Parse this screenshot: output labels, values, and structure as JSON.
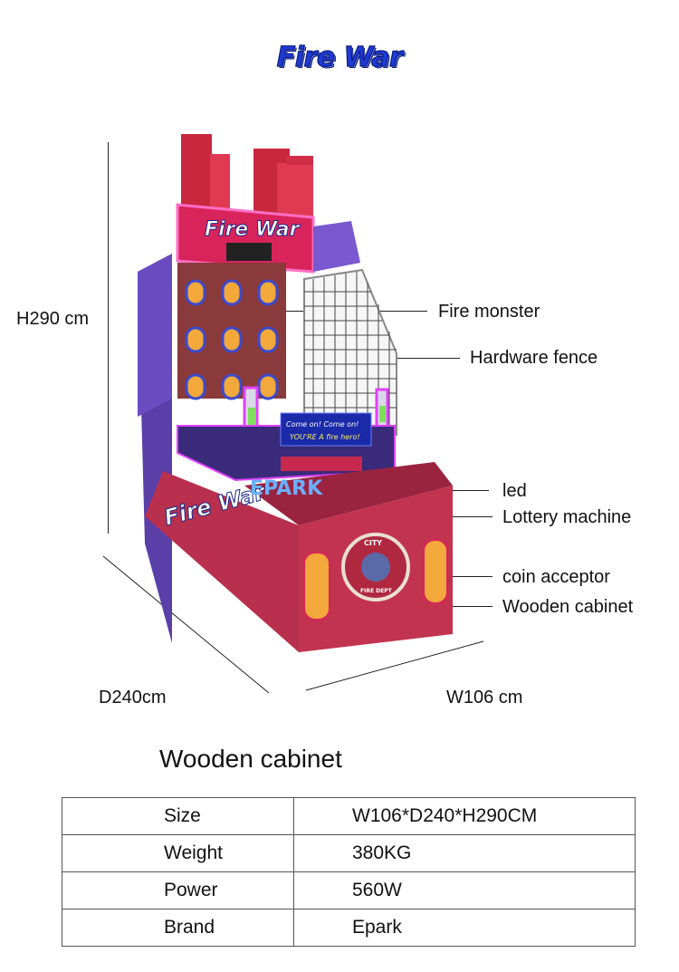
{
  "title": "Fire War",
  "dimensions": {
    "height": "H290 cm",
    "depth": "D240cm",
    "width": "W106 cm"
  },
  "callouts": [
    "Fire monster",
    "Hardware fence",
    "led",
    "Lottery machine",
    "coin acceptor",
    "Wooden cabinet"
  ],
  "machine_text": {
    "marquee": "Fire War",
    "banner_line1": "Come on! Come on!",
    "banner_line2": "YOU'RE A fire hero!",
    "cabinet_logo": "Fire War",
    "brand_mark": "EPARK",
    "badge_top": "CITY",
    "badge_bottom": "FIRE DEPT"
  },
  "spec": {
    "heading": "Wooden cabinet",
    "rows": [
      {
        "key": "Size",
        "value": "W106*D240*H290CM"
      },
      {
        "key": "Weight",
        "value": "380KG"
      },
      {
        "key": "Power",
        "value": "560W"
      },
      {
        "key": "Brand",
        "value": "Epark"
      }
    ]
  },
  "colors": {
    "title": "#1f3ad6",
    "cabinet": "#c2334f",
    "marquee": "#d8245a",
    "neon": "#e040fb",
    "building": "#8a3a3a"
  }
}
